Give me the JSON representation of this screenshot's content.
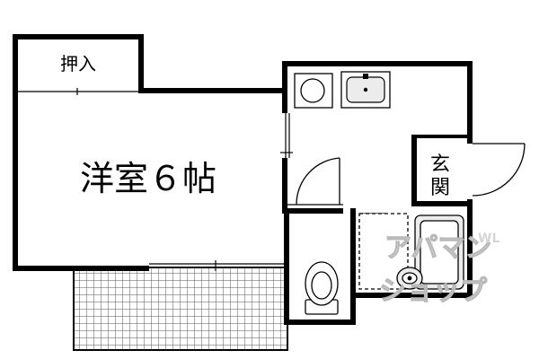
{
  "rooms": {
    "closet": "押入",
    "western_room": "洋室６帖",
    "entrance_line1": "玄",
    "entrance_line2": "関"
  },
  "watermark": {
    "main_top": "アパマン",
    "main_bottom": "ショップ",
    "small": "WL"
  },
  "colors": {
    "wall": "#000000",
    "fixture_fill": "#ececec",
    "balcony_grid": "#555555",
    "watermark": "#d6d6d6"
  }
}
